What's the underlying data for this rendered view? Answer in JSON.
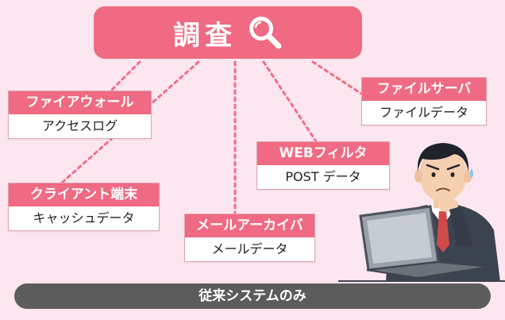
{
  "title": {
    "text": "調査"
  },
  "nodes": [
    {
      "head": "ファイアウォール",
      "body": "アクセスログ"
    },
    {
      "head": "ファイルサーバ",
      "body": "ファイルデータ"
    },
    {
      "head": "WEBフィルタ",
      "body": "POST データ"
    },
    {
      "head": "クライアント端末",
      "body": "キャッシュデータ"
    },
    {
      "head": "メールアーカイバ",
      "body": "メールデータ"
    }
  ],
  "footer": {
    "label": "従来システムのみ"
  },
  "colors": {
    "background": "#fce6ef",
    "accent": "#ef6a82",
    "footer": "#5c5c5c",
    "connector": "#f26e87"
  },
  "icons": {
    "title": "magnifier-icon",
    "illustration": "worried-businessman"
  }
}
